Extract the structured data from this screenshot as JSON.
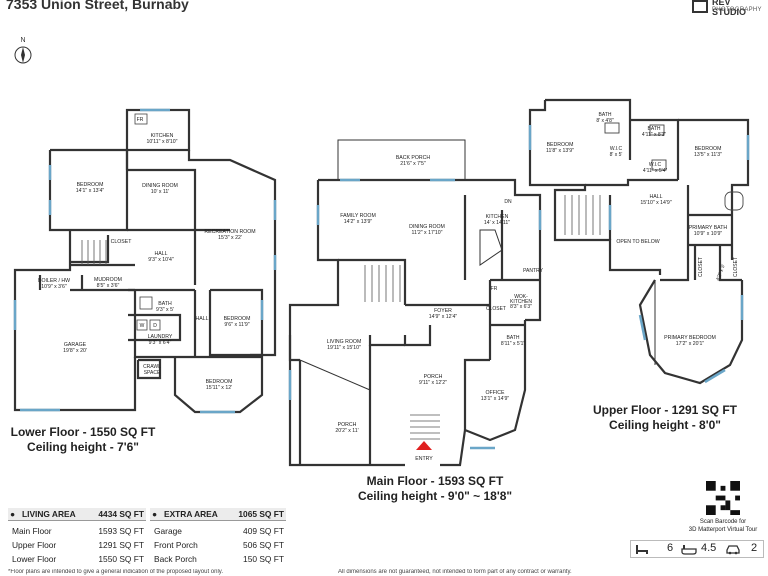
{
  "header": {
    "address": "7353 Union Street, Burnaby",
    "logo_title": "REV STUDIO",
    "logo_sub": "PHOTOGRAPHY"
  },
  "compass": {
    "label": "N"
  },
  "lower_floor": {
    "title": "Lower Floor - 1550 SQ FT",
    "ceiling": "Ceiling height - 7'6\"",
    "rooms": {
      "fr": "FR",
      "kitchen": "KITCHEN",
      "kitchen_dim": "10'11\" x 8'10\"",
      "bedroom1": "BEDROOM",
      "bedroom1_dim": "14'1\" x 13'4\"",
      "dining": "DINING ROOM",
      "dining_dim": "10' x 11'",
      "recreation": "RECREATION ROOM",
      "recreation_dim": "15'3\" x 22'",
      "closet": "CLOSET",
      "hall": "HALL",
      "hall_dim": "9'3\" x 10'4\"",
      "boiler": "BOILER / HW",
      "boiler_dim": "10'9\" x 3'6\"",
      "mudroom": "MUDROOM",
      "mudroom_dim": "8'5\" x 3'6\"",
      "bath": "BATH",
      "bath_dim": "9'3\" x 5'",
      "hall2": "HALL",
      "bedroom2": "BEDROOM",
      "bedroom2_dim": "9'6\" x 11'9\"",
      "garage": "GARAGE",
      "garage_dim": "19'8\" x 20'",
      "w": "W",
      "d": "D",
      "laundry": "LAUNDRY",
      "laundry_dim": "9'3\" x 6'4\"",
      "crawl": "CRAWL",
      "crawl2": "SPACE",
      "bedroom3": "BEDROOM",
      "bedroom3_dim": "15'11\" x 12'"
    }
  },
  "main_floor": {
    "title": "Main Floor - 1593 SQ FT",
    "ceiling": "Ceiling height - 9'0\" ~ 18'8\"",
    "rooms": {
      "back_porch": "BACK PORCH",
      "back_porch_dim": "21'6\" x 7'5\"",
      "dn": "DN",
      "family": "FAMILY ROOM",
      "family_dim": "14'2\" x 13'9\"",
      "dining": "DINING ROOM",
      "dining_dim": "11'2\" x 17'10\"",
      "kitchen": "KITCHEN",
      "kitchen_dim": "14' x 14'11\"",
      "pantry": "PANTRY",
      "foyer": "FOYER",
      "foyer_dim": "14'9\" x 12'4\"",
      "fr": "FR",
      "wok": "WOK-",
      "wok2": "KITCHEN",
      "wok_dim": "8'3\" x 6'3\"",
      "closet": "CLOSET",
      "living": "LIVING ROOM",
      "living_dim": "19'11\" x 15'10\"",
      "bath": "BATH",
      "bath_dim": "8'11\" x 5'1\"",
      "porch1": "PORCH",
      "porch1_dim": "9'11\" x 12'2\"",
      "office": "OFFICE",
      "office_dim": "13'1\" x 14'9\"",
      "porch2": "PORCH",
      "porch2_dim": "20'2\" x 11'",
      "entry": "ENTRY"
    }
  },
  "upper_floor": {
    "title": "Upper Floor - 1291 SQ FT",
    "ceiling": "Ceiling height - 8'0\"",
    "rooms": {
      "bath1": "BATH",
      "bath1_dim": "8' x 4'8\"",
      "bath2": "BATH",
      "bath2_dim": "4'11\" x 8'1\"",
      "bedroom1": "BEDROOM",
      "bedroom1_dim": "11'8\" x 13'9\"",
      "wic1": "W.I.C",
      "wic1_dim": "8' x 5'",
      "wic2": "W.I.C",
      "wic2_dim": "4'11\" x 5'4\"",
      "bedroom2": "BEDROOM",
      "bedroom2_dim": "13'5\" x 11'3\"",
      "hall": "HALL",
      "hall_dim": "15'10\" x 14'9\"",
      "primary_bath": "PRIMARY BATH",
      "primary_bath_dim": "10'9\" x 10'9\"",
      "open_below": "OPEN TO BELOW",
      "closet1": "CLOSET",
      "closet2": "CLOSET",
      "wic3_dim": "4'2\" x 5'",
      "primary_bedroom": "PRIMARY BEDROOM",
      "primary_bedroom_dim": "17'2\" x 20'1\""
    }
  },
  "living_area": {
    "title": "LIVING AREA",
    "total": "4434 SQ FT",
    "rows": [
      {
        "label": "Main Floor",
        "value": "1593 SQ FT"
      },
      {
        "label": "Upper Floor",
        "value": "1291 SQ FT"
      },
      {
        "label": "Lower Floor",
        "value": "1550 SQ FT"
      }
    ]
  },
  "extra_area": {
    "title": "EXTRA AREA",
    "total": "1065 SQ FT",
    "rows": [
      {
        "label": "Garage",
        "value": "409 SQ FT"
      },
      {
        "label": "Front Porch",
        "value": "506 SQ FT"
      },
      {
        "label": "Back Porch",
        "value": "150 SQ FT"
      }
    ]
  },
  "qr": {
    "line1": "Scan Barcode for",
    "line2": "3D Matterport Virtual Tour"
  },
  "stats": {
    "beds": "6",
    "baths": "4.5",
    "parking": "2",
    "icons": [
      "bed-icon",
      "bathtub-icon",
      "car-icon"
    ]
  },
  "footer": {
    "left": "*Floor plans are intended to give a general indication of the proposed layout only.",
    "right": "All dimensions are not guaranteed, not intended to form part of any contract or warranty."
  }
}
